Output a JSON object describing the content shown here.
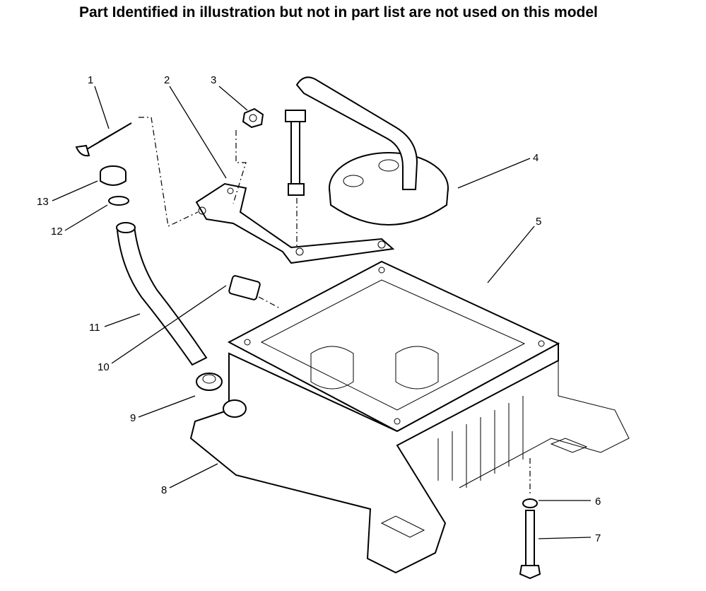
{
  "header": {
    "note": "Part Identified in illustration but not in part list are not used on this model"
  },
  "callouts": {
    "c1": "1",
    "c2": "2",
    "c3": "3",
    "c4": "4",
    "c5": "5",
    "c6": "6",
    "c7": "7",
    "c8": "8",
    "c9": "9",
    "c10": "10",
    "c11": "11",
    "c12": "12",
    "c13": "13"
  }
}
